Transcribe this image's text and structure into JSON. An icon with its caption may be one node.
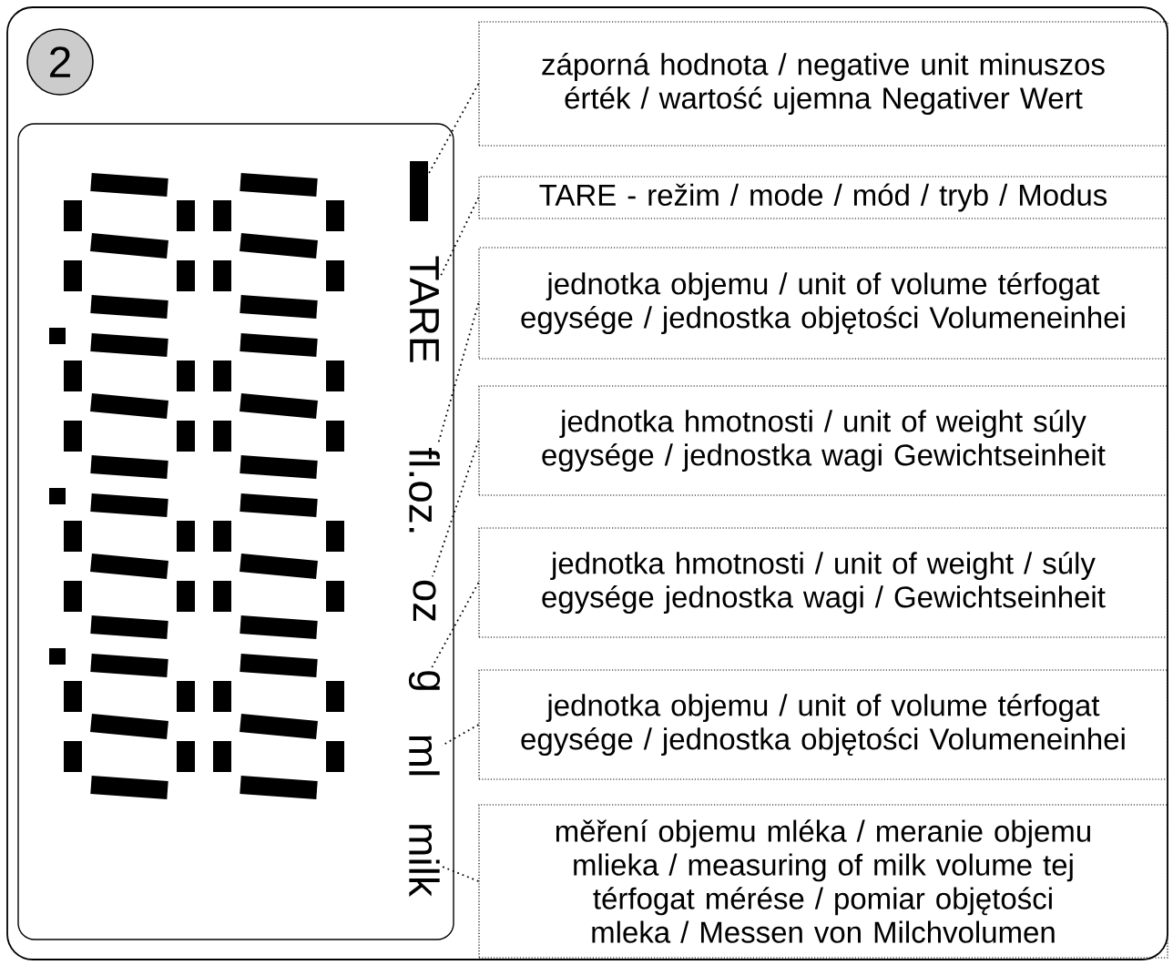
{
  "diagram": {
    "nodes": [
      {
        "text": [
          "2"
        ]
      },
      {
        "text": [
          "záporná hodnota / negative unit minuszos érték / wartość ujemna Negativer Wert"
        ]
      },
      {
        "text": [
          "TARE - režim / mode / mód / tryb / Modus"
        ]
      },
      {
        "text": [
          "jednotka objemu / unit of volume térfogat egysége / jednostka objętości Volumeneinhei"
        ]
      },
      {
        "text": [
          "jednotka hmotnosti / unit of weight súly egysége / jednostka wagi Gewichtseinheit"
        ]
      },
      {
        "text": [
          "jednotka hmotnosti / unit of weight / súly egysége jednostka wagi / Gewichtseinheit"
        ]
      },
      {
        "text": [
          "jednotka objemu / unit of volume térfogat egysége / jednostka objętości Volumeneinhei"
        ]
      },
      {
        "text": [
          "měření objemu mléka / meranie objemu mlieka / measuring of milk volume tej térfogat mérése / pomiar objętości mleka / Messen von Milchvolumen"
        ]
      },
      {
        "text": [],
        "shape": "bar"
      },
      {
        "text": [
          "TARE"
        ]
      },
      {
        "text": [
          "fl.oz."
        ]
      },
      {
        "text": [
          "oz"
        ]
      },
      {
        "text": [
          "g"
        ]
      },
      {
        "text": [
          "ml"
        ]
      },
      {
        "text": [
          "milk"
        ]
      }
    ],
    "edges": [
      {
        "from": 1,
        "to": 8,
        "arrow": "none"
      },
      {
        "from": 2,
        "to": 9,
        "arrow": "none"
      },
      {
        "from": 3,
        "to": 10,
        "arrow": "none"
      },
      {
        "from": 4,
        "to": 11,
        "arrow": "none"
      },
      {
        "from": 5,
        "to": 12,
        "arrow": "none"
      },
      {
        "from": 6,
        "to": 13,
        "arrow": "none"
      },
      {
        "from": 7,
        "to": 14,
        "arrow": "none"
      }
    ]
  }
}
